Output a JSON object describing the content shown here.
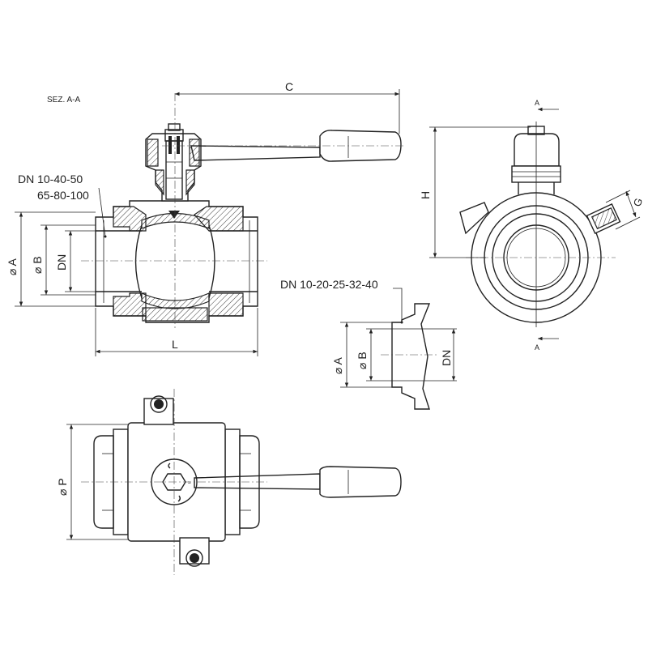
{
  "section_title": "SEZ. A-A",
  "dimensions": {
    "C": "C",
    "H": "H",
    "L": "L",
    "P": "⌀ P",
    "G": "G",
    "A": "⌀ A",
    "B": "⌀ B",
    "DN": "DN",
    "A_small": "⌀ A",
    "B_small": "⌀ B",
    "DN_small": "DN"
  },
  "section_marks": {
    "top": "A",
    "bottom": "A"
  },
  "dn_sizes_main": {
    "line1": "DN 10-40-50",
    "line2": "65-80-100"
  },
  "dn_sizes_detail": "DN 10-20-25-32-40"
}
